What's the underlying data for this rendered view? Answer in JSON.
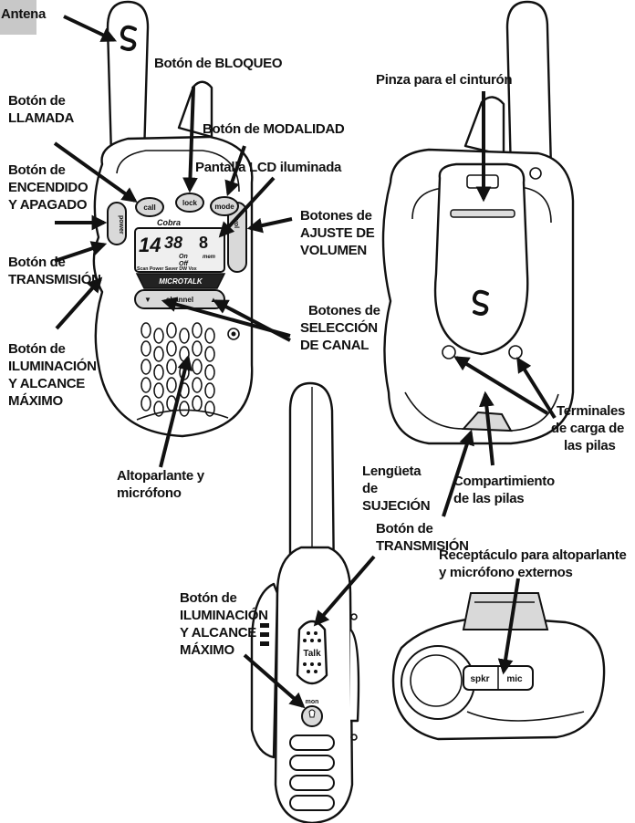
{
  "page_tab": {
    "label": "Antena",
    "color": "#c8c8c8"
  },
  "callouts": {
    "antenna": "Antena",
    "lock": "Botón de BLOQUEO",
    "call": [
      "Botón de",
      "LLAMADA"
    ],
    "mode": "Botón de MODALIDAD",
    "lcd": "Pantalla LCD iluminada",
    "power": [
      "Botón de",
      "ENCENDIDO",
      "Y APAGADO"
    ],
    "volume": [
      "Botones de",
      "AJUSTE DE",
      "VOLUMEN"
    ],
    "talk": [
      "Botón de",
      "TRANSMISIÓN"
    ],
    "channel": [
      "Botones de",
      "SELECCIÓN",
      "DE CANAL"
    ],
    "light_max": [
      "Botón de",
      "ILUMINACIÓN",
      "Y ALCANCE",
      "MÁXIMO"
    ],
    "speaker_mic": [
      "Altoparlante y",
      "micrófono"
    ],
    "belt_clip": "Pinza para el cinturón",
    "latch": [
      "Lengüeta",
      "de",
      "SUJECIÓN"
    ],
    "battery_compartment": [
      "Compartimiento",
      "de las pilas"
    ],
    "charge_terminals": [
      "Terminales",
      "de carga de",
      "las pilas"
    ],
    "side_light_max": [
      "Botón de",
      "ILUMINACIÓN",
      "Y ALCANCE",
      "MÁXIMO"
    ],
    "side_talk": [
      "Botón de",
      "TRANSMISIÓN"
    ],
    "jack": [
      "Receptáculo para altoparlante",
      "y micrófono externos"
    ]
  },
  "device_labels": {
    "call": "call",
    "lock": "lock",
    "mode": "mode",
    "brand": "Cobra",
    "power": "power",
    "vol": "vol",
    "channel": "channel",
    "lcd_channel": "38",
    "lcd_sub": "8",
    "lcd_on": "On",
    "lcd_off": "Off",
    "lcd_mem": "mem",
    "lcd_modes": "Scan Power Saver DW Vox",
    "model": "MICROTALK",
    "talk": "Talk",
    "mon": "mon",
    "spkr": "spkr",
    "mic": "mic"
  }
}
